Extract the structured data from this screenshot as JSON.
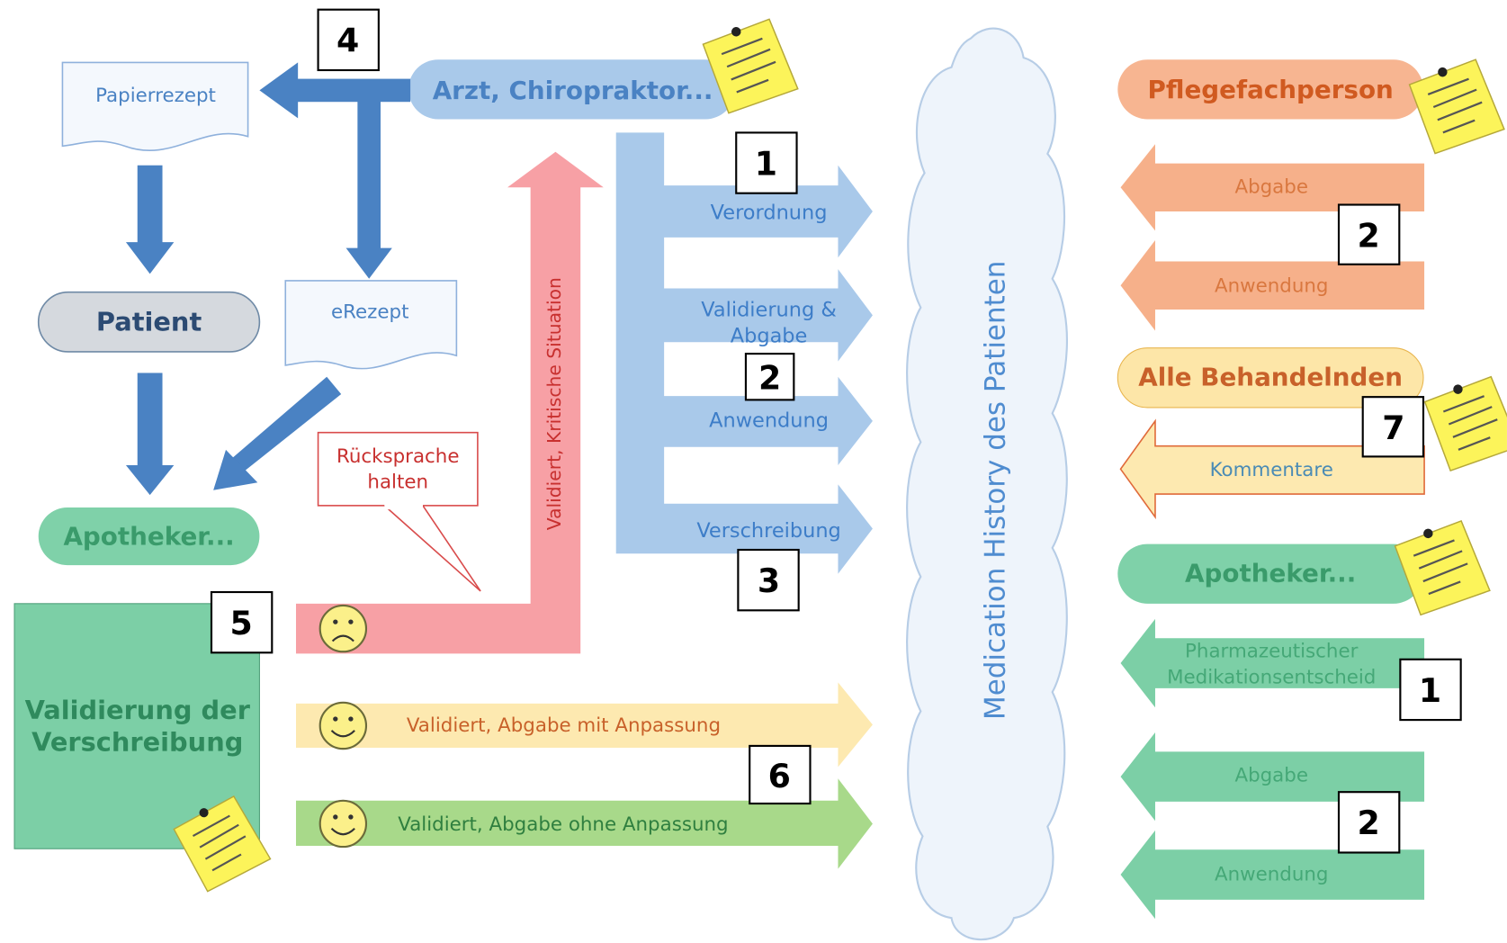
{
  "actors": {
    "arzt": "Arzt, Chiropraktor...",
    "patient": "Patient",
    "apotheker_left": "Apotheker...",
    "pflege": "Pflegefachperson",
    "alle": "Alle Behandelnden",
    "apotheker_right": "Apotheker..."
  },
  "documents": {
    "papier": "Papierrezept",
    "erezept": "eRezept"
  },
  "validation_box": {
    "line1": "Validierung der",
    "line2": "Verschreibung"
  },
  "callout": {
    "line1": "Rücksprache",
    "line2": "halten"
  },
  "cloud": {
    "label": "Medication History des Patienten"
  },
  "center_arrows": {
    "verordnung": "Verordnung",
    "validierung_line1": "Validierung &",
    "validierung_line2": "Abgabe",
    "anwendung": "Anwendung",
    "verschreibung": "Verschreibung"
  },
  "outcome_arrows": {
    "critical": "Validiert, Kritische Situation",
    "with_adjustment": "Validiert, Abgabe mit Anpassung",
    "without_adjustment": "Validiert, Abgabe ohne Anpassung"
  },
  "right_arrows": {
    "pflege_abgabe": "Abgabe",
    "pflege_anwendung": "Anwendung",
    "kommentare": "Kommentare",
    "pharm_line1": "Pharmazeutischer",
    "pharm_line2": "Medikationsentscheid",
    "apo_abgabe": "Abgabe",
    "apo_anwendung": "Anwendung"
  },
  "step_numbers": {
    "n4": "4",
    "n1_center": "1",
    "n2_center": "2",
    "n3": "3",
    "n5": "5",
    "n6": "6",
    "n2_pflege": "2",
    "n7": "7",
    "n1_apo": "1",
    "n2_apo": "2"
  },
  "colors": {
    "blue_dark": "#4a82c3",
    "blue_light": "#a9c9ea",
    "orange": "#f6b08a",
    "yellow": "#fde9b0",
    "green": "#7ccfa6",
    "green_light": "#a8d98a",
    "red": "#f7a0a5"
  }
}
